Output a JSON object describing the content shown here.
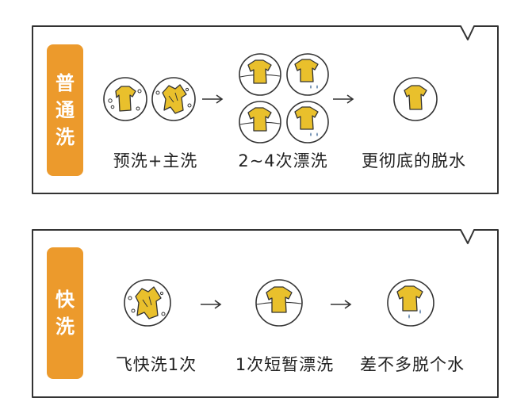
{
  "panels": [
    {
      "tab": [
        "普",
        "通",
        "洗"
      ],
      "captions": [
        "预洗+主洗",
        "2~4次漂洗",
        "更彻底的脱水"
      ]
    },
    {
      "tab": [
        "快",
        "洗"
      ],
      "captions": [
        "飞快洗1次",
        "1次短暂漂洗",
        "差不多脱个水"
      ]
    }
  ],
  "colors": {
    "accent": "#ec9a2c",
    "shirt": "#e9c02c",
    "water": "#6f8fb3",
    "line": "#333333"
  },
  "icons": [
    "arrow-right-icon",
    "washing-drum-icon",
    "shirt-icon",
    "water-drop-icon"
  ]
}
